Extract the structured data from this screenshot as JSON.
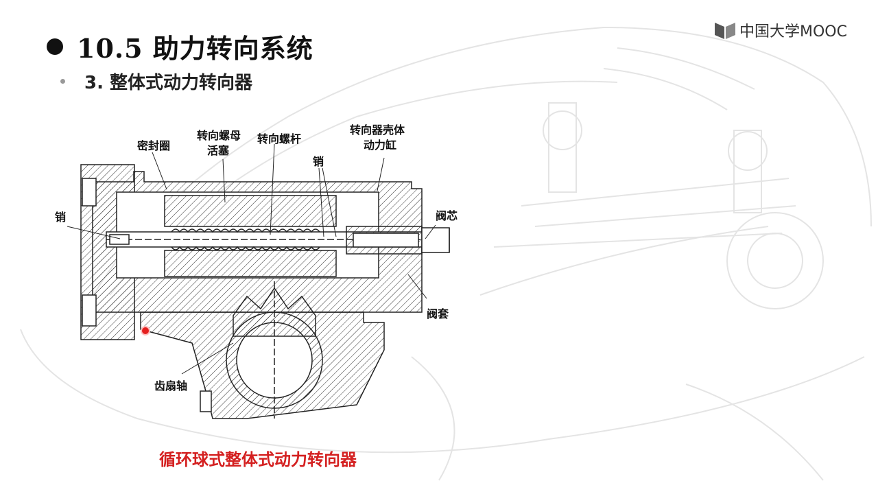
{
  "slide": {
    "title": "10.5 助力转向系统",
    "subtitle": "3. 整体式动力转向器",
    "logo_text": "中国大学MOOC",
    "caption": "循环球式整体式动力转向器"
  },
  "labels": {
    "seal_ring": "密封圈",
    "nut_piston_line1": "转向螺母",
    "nut_piston_line2": "活塞",
    "worm": "转向螺杆",
    "housing_line1": "转向器壳体",
    "housing_line2": "动力缸",
    "pin_top": "销",
    "pin_left": "销",
    "valve_core": "阀芯",
    "valve_sleeve": "阀套",
    "sector_shaft": "齿扇轴"
  },
  "colors": {
    "caption": "#d42020",
    "laser_pointer": "#e52020"
  },
  "icons": {
    "title_bullet": "filled-circle",
    "logo": "mooc-book-icon"
  }
}
